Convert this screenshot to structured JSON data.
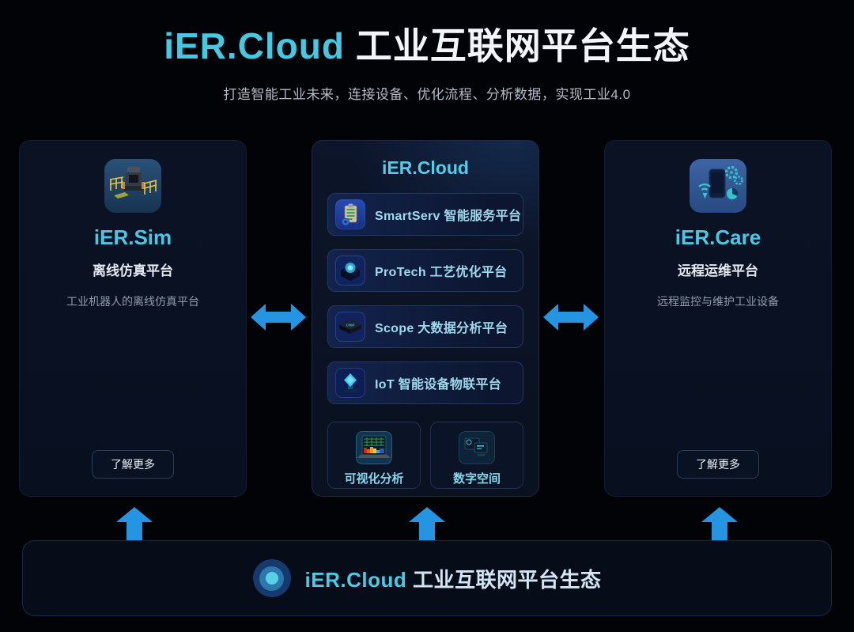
{
  "header": {
    "title_brand": "iER.Cloud",
    "title_rest": " 工业互联网平台生态",
    "subtitle": "打造智能工业未来，连接设备、优化流程、分析数据，实现工业4.0"
  },
  "cards": {
    "sim": {
      "name": "iER.Sim",
      "subtitle": "离线仿真平台",
      "description": "工业机器人的离线仿真平台",
      "button_label": "了解更多",
      "icon": "robot-cell-icon"
    },
    "cloud": {
      "name": "iER.Cloud",
      "items": [
        {
          "label": "SmartServ 智能服务平台",
          "icon": "clipboard-icon"
        },
        {
          "label": "ProTech 工艺优化平台",
          "icon": "process-glow-icon"
        },
        {
          "label": "Scope 大数据分析平台",
          "icon": "chip-icon"
        },
        {
          "label": "IoT 智能设备物联平台",
          "icon": "iot-crystal-icon"
        }
      ],
      "tiles": [
        {
          "label": "可视化分析",
          "icon": "heatmap-chart-icon"
        },
        {
          "label": "数字空间",
          "icon": "digital-space-icon"
        }
      ]
    },
    "care": {
      "name": "iER.Care",
      "subtitle": "远程运维平台",
      "description": "远程监控与维护工业设备",
      "button_label": "了解更多",
      "icon": "phone-maintenance-icon"
    }
  },
  "footer": {
    "brand": "iER.Cloud",
    "title_rest": " 工业互联网平台生态",
    "logo": "concentric-rings-logo"
  },
  "icons": {
    "connector_horizontal": "double-arrow-icon",
    "connector_up": "up-arrow-icon"
  },
  "colors": {
    "accent_cyan": "#45c9e3",
    "item_text_cyan": "#9edaee",
    "arrow_blue": "#2595e1",
    "card_background": "#0a1222",
    "page_background": "#010307"
  }
}
